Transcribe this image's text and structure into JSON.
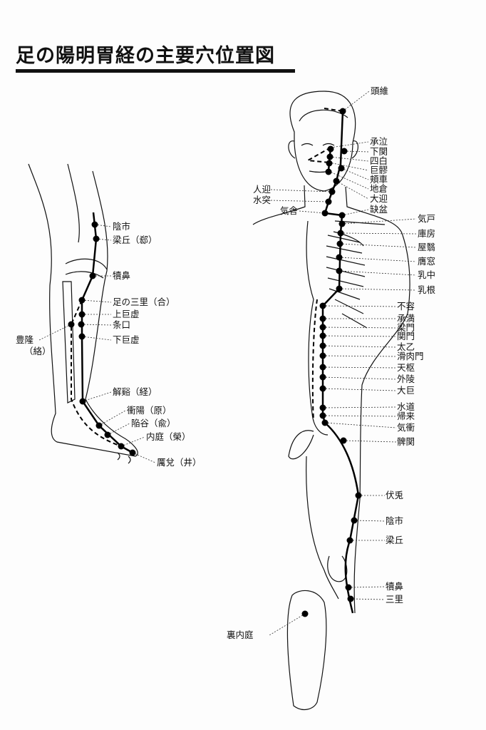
{
  "title": "足の陽明胃経の主要穴位置図",
  "body_points": {
    "touii": "頭維",
    "shokyu": "承泣",
    "gekan": "下関",
    "shihaku": "四白",
    "koryo": "巨髎",
    "kyosha": "頬車",
    "chiso": "地倉",
    "daigei": "大迎",
    "jingei": "人迎",
    "suitotsu": "水突",
    "ketsubon": "缺盆",
    "kisha": "気舎",
    "kiko": "気戸",
    "kobo": "庫房",
    "okuei": "屋翳",
    "yoso": "膺窓",
    "nyuchu": "乳中",
    "nyukon": "乳根",
    "fuyo": "不容",
    "shoman": "承満",
    "ryomon": "梁門",
    "kanmon": "関門",
    "taiitsu": "太乙",
    "katsunikumon": "滑肉門",
    "tensu": "天枢",
    "gairyo": "外陵",
    "daiko": "大巨",
    "suido": "水道",
    "kirai": "帰来",
    "kisho": "気衝",
    "hikan": "髀関",
    "futo": "伏兎",
    "inshi": "陰市",
    "ryokyu": "梁丘",
    "tokubi": "犢鼻",
    "sanri": "三里",
    "urainaitei": "裏内庭"
  },
  "leg_points": {
    "inshi": "陰市",
    "ryokyu": "梁丘（郄）",
    "tokubi": "犢鼻",
    "ashinosanri": "足の三里（合）",
    "jokoko": "上巨虚",
    "joko": "条口",
    "gekoko": "下巨虚",
    "horyu": "豊隆",
    "horyu_note": "（絡）",
    "kaikei": "解谿（経）",
    "shoyo": "衝陽（原）",
    "kankoku": "陥谷（兪）",
    "naitei": "内庭（榮）",
    "reida": "厲兌（井）"
  }
}
